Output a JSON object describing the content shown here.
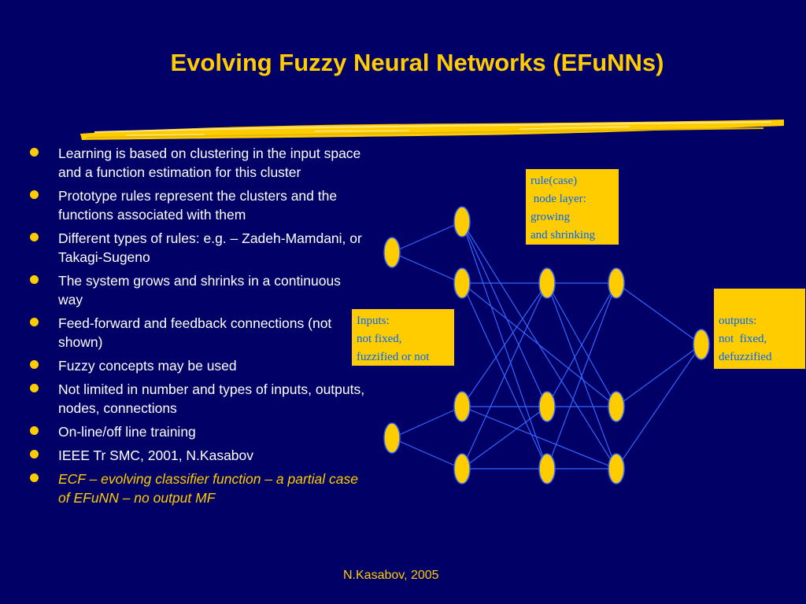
{
  "slide": {
    "title": "Evolving Fuzzy Neural Networks (EFuNNs)",
    "footer": "N.Kasabov, 2005"
  },
  "colors": {
    "background": "#000066",
    "accent": "#FFCC00",
    "text": "#FFFFFF",
    "edge": "#3366FF",
    "label_text": "#0066FF"
  },
  "bullets": [
    "Learning is based on clustering in the input space and a function estimation for this cluster",
    "Prototype rules represent the clusters and the functions associated with them",
    "Different types of rules: e.g.  – Zadeh-Mamdani, or Takagi-Sugeno",
    "The system grows and shrinks in a continuous way",
    "Feed-forward and feedback connections (not shown)",
    "Fuzzy concepts may be used",
    "Not limited in number and types of inputs, outputs, nodes, connections",
    "On-line/off line training",
    "IEEE Tr SMC, 2001, N.Kasabov",
    "ECF – evolving classifier function – a partial case of EFuNN – no output MF"
  ],
  "diagram": {
    "rule_label": [
      "rule(case)",
      " node layer:",
      "growing",
      "and shrinking"
    ],
    "inputs_label": [
      "Inputs:",
      "not fixed,",
      "fuzzified or not"
    ],
    "outputs_label": [
      "outputs:",
      "not  fixed,",
      "defuzzified"
    ]
  }
}
